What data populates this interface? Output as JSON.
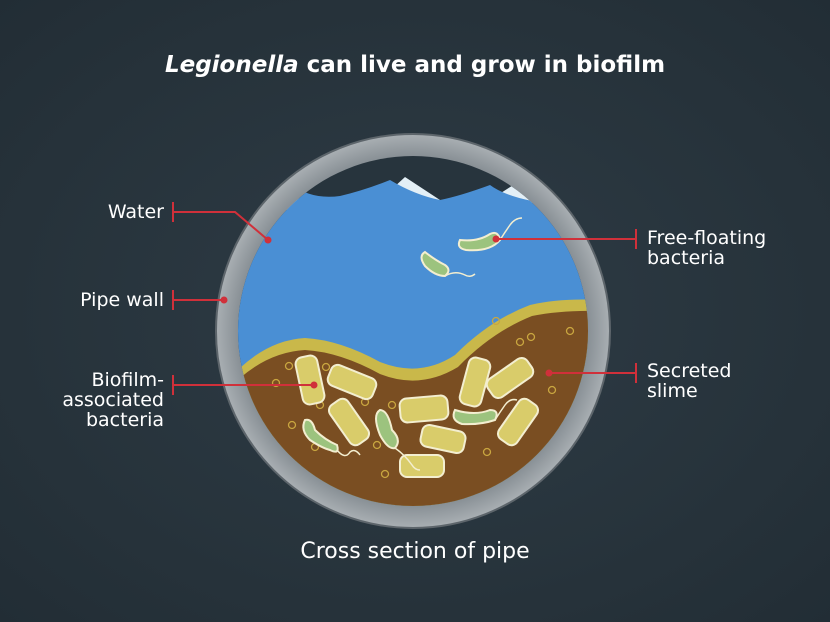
{
  "title": {
    "italic": "Legionella",
    "rest": " can live and grow in biofilm"
  },
  "caption": "Cross section of pipe",
  "labels": {
    "water": "Water",
    "pipe_wall": "Pipe wall",
    "biofilm_bacteria": [
      "Biofilm-",
      "associated",
      "bacteria"
    ],
    "free_floating": [
      "Free-floating",
      "bacteria"
    ],
    "slime": [
      "Secreted",
      "slime"
    ]
  },
  "colors": {
    "background": "#27343d",
    "pipe": "#8a9196",
    "water": "#4a8fd4",
    "biofilm_edge": "#c9b84a",
    "slime": "#7a4e22",
    "rod": "#d9cc6a",
    "green_bacteria": "#9cc37e",
    "callout": "#d0303a"
  }
}
